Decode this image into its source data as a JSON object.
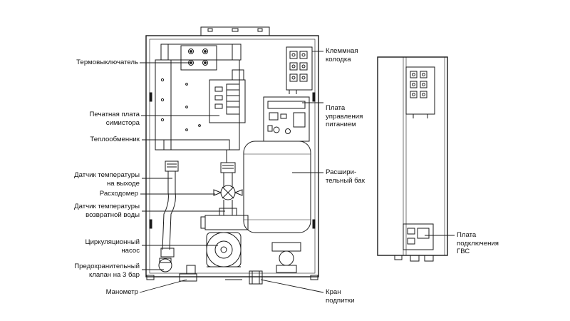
{
  "labels": {
    "thermo_switch": "Термовыключатель",
    "triac_board": "Печатная плата\nсимистора",
    "heat_exchanger": "Теплообменник",
    "outlet_temp_sensor": "Датчик температуры\nна выходе",
    "flowmeter": "Расходомер",
    "return_temp_sensor": "Датчик температуры\nвозвратной воды",
    "circulation_pump": "Циркуляционный\nнасос",
    "safety_valve": "Предохранительный\nклапан на 3 бар",
    "manometer": "Манометр",
    "terminal_block": "Клеммная\nколодка",
    "power_control_board": "Плата\nуправления\nпитанием",
    "expansion_tank": "Расшири-\nтельный бак",
    "fill_valve": "Кран\nподпитки",
    "dhw_board": "Плата\nподключения\nГВС"
  },
  "colors": {
    "line": "#1a1a1a",
    "text": "#111111",
    "background": "#ffffff"
  }
}
